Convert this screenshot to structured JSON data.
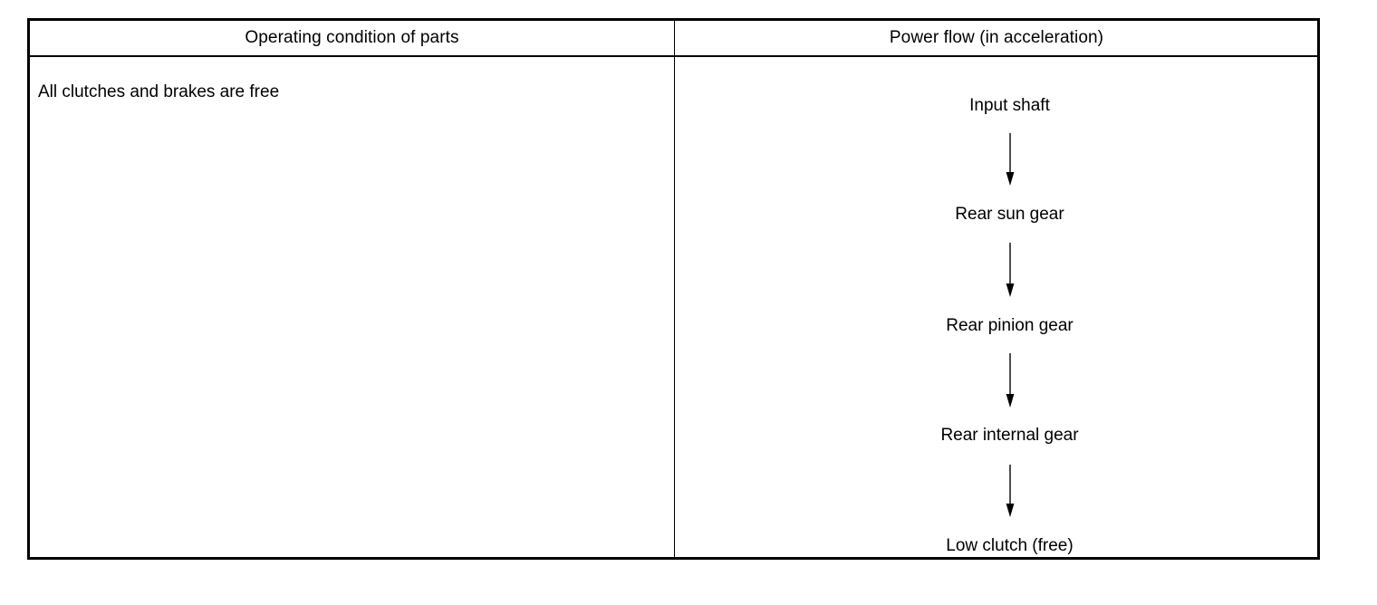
{
  "table": {
    "headers": [
      {
        "label": "Operating condition of parts"
      },
      {
        "label": "Power flow (in acceleration)"
      }
    ],
    "row": {
      "condition": "All clutches and brakes are free",
      "power_flow": {
        "nodes": [
          {
            "label": "Input shaft"
          },
          {
            "label": "Rear sun gear"
          },
          {
            "label": "Rear pinion gear"
          },
          {
            "label": "Rear internal gear"
          },
          {
            "label": "Low clutch (free)"
          }
        ],
        "arrows": [
          {
            "direction": "down"
          },
          {
            "direction": "down"
          },
          {
            "direction": "down"
          },
          {
            "direction": "down"
          }
        ]
      }
    }
  },
  "colors": {
    "ink": "#000000",
    "paper": "#ffffff"
  }
}
